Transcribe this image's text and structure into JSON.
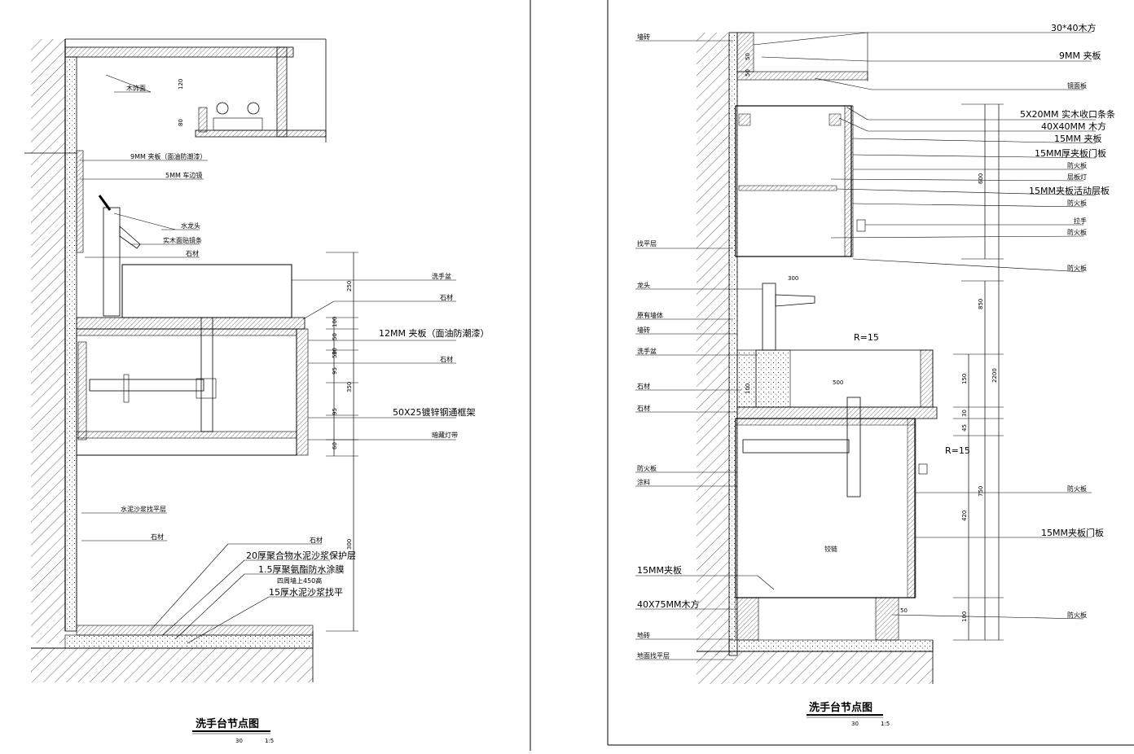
{
  "drawing_left": {
    "title": "洗手台节点图",
    "scale_left": "30",
    "scale_right": "1:5",
    "labels": {
      "wood_veneer": "木饰面",
      "ply_9": "9MM 夹板（面油防潮漆）",
      "mirror_5": "5MM 车边镜",
      "faucet": "水龙头",
      "solid_wood_edge": "实木面贴镜条",
      "stone_a": "石材",
      "basin": "洗手盆",
      "stone_b": "石材",
      "ply_12": "12MM 夹板（面油防潮漆）",
      "stone_c": "石材",
      "steel_frame": "50X25镀锌钢通框架",
      "hidden_light": "暗藏灯带",
      "cement_base": "水泥沙浆找平层",
      "stone_d": "石材",
      "stone_e": "石材",
      "layer_20": "20厚聚合物水泥沙浆保护层",
      "layer_15_wp": "1.5厚聚氨酯防水涂膜",
      "layer_wall": "四周墙上450高",
      "layer_15_sc": "15厚水泥沙浆找平"
    },
    "dims": {
      "d120": "120",
      "d80": "80",
      "d250": "250",
      "d100": "100",
      "d50a": "50",
      "d30": "30",
      "d350": "350",
      "d50b": "50",
      "d95a": "95",
      "d95b": "95",
      "d60": "60",
      "d300": "300"
    }
  },
  "drawing_right": {
    "title": "洗手台节点图",
    "scale_left": "30",
    "scale_right": "1:5",
    "labels": {
      "wall_tile": "墙砖",
      "wood_30x40": "30*40木方",
      "ply_9": "9MM 夹板",
      "mirror_panel": "镜面板",
      "oak_strip": "5X20MM 实木收口条条",
      "wood_40x40": "40X40MM 木方",
      "ply_15": "15MM 夹板",
      "door_15": "15MM厚夹板门板",
      "fire_a": "防火板",
      "layer_light": "层板灯",
      "shelf_15": "15MM夹板活动层板",
      "fire_b": "防火板",
      "handle": "拉手",
      "fire_c": "防火板",
      "level_layer": "找平层",
      "fire_d": "防火板",
      "tap": "龙头",
      "mirror_wall": "原有墙体",
      "wall_tile_b": "墙砖",
      "basin": "洗手盆",
      "stone_a": "石材",
      "stone_b": "石材",
      "fire_e": "防火板",
      "paint": "涂料",
      "fire_f": "防火板",
      "hinge": "铰链",
      "door_15b": "15MM夹板门板",
      "ply_15b": "15MM夹板",
      "wood_40x75": "40X75MM木方",
      "floor_tile": "地砖",
      "floor_level": "地面找平层",
      "fire_g": "防火板"
    },
    "dims": {
      "d50a": "50",
      "d50b": "50",
      "d600": "600",
      "d300": "300",
      "d850": "850",
      "d2200": "2200",
      "r15a": "R=15",
      "r15b": "R=15",
      "d100a": "100",
      "d500": "500",
      "d150": "150",
      "d30": "30",
      "d45": "45",
      "d750": "750",
      "d420": "420",
      "d50c": "50",
      "d100b": "100"
    }
  }
}
